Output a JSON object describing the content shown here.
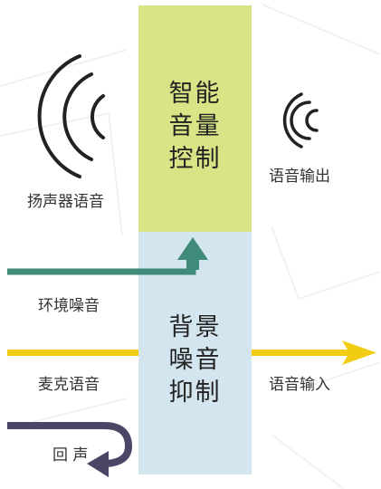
{
  "blocks": {
    "top": {
      "lines": [
        "智能",
        "音量",
        "控制"
      ]
    },
    "bottom": {
      "lines": [
        "背景",
        "噪音",
        "抑制"
      ]
    }
  },
  "labels": {
    "speaker": "扬声器语音",
    "voice_out": "语音输出",
    "ambient": "环境噪音",
    "mic": "麦克语音",
    "voice_in": "语音输入",
    "echo": "回 声"
  },
  "colors": {
    "top_block": "#d9e486",
    "bottom_block": "#d3e5ee",
    "ambient_arrow": "#3f8a78",
    "mic_arrow": "#f2cc13",
    "echo_arrow": "#4a4766",
    "sound_waves": "#222222"
  }
}
